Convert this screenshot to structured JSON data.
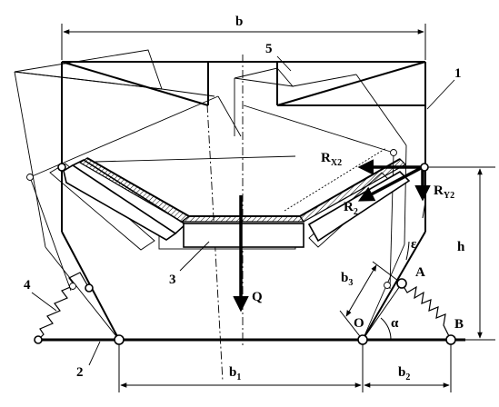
{
  "labels": {
    "b": "b",
    "part1": "1",
    "part2": "2",
    "part3": "3",
    "part4": "4",
    "part5": "5",
    "rx2_main": "R",
    "rx2_sub": "X2",
    "ry2_main": "R",
    "ry2_sub": "Y2",
    "r2_main": "R",
    "r2_sub": "2",
    "q": "Q",
    "h": "h",
    "eps": "ε",
    "b3_main": "b",
    "b3_sub": "3",
    "a": "A",
    "o": "O",
    "alpha": "α",
    "bpt": "B",
    "b1_main": "b",
    "b1_sub": "1",
    "b2_main": "b",
    "b2_sub": "2"
  },
  "colors": {
    "line": "#000000",
    "background": "#ffffff"
  }
}
